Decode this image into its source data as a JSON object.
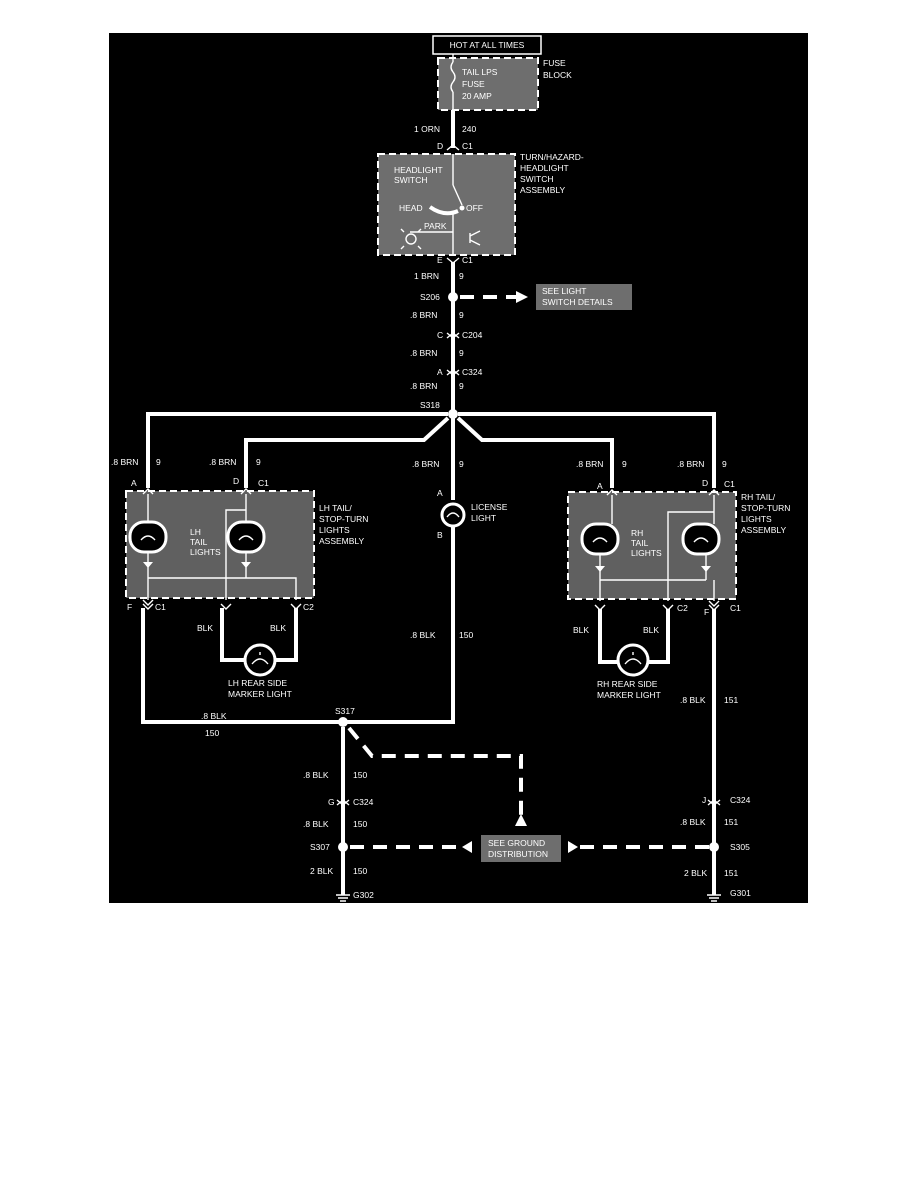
{
  "labels": {
    "hot": "HOT AT ALL TIMES",
    "fuse_block": [
      "FUSE",
      "BLOCK"
    ],
    "fuse": [
      "TAIL LPS",
      "FUSE",
      "20 AMP"
    ],
    "w_top_gauge": "1 ORN",
    "w_top_circuit": "240",
    "c1_top_pin": "D",
    "c1": "C1",
    "switch_assembly": [
      "TURN/HAZARD-",
      "HEADLIGHT",
      "SWITCH",
      "ASSEMBLY"
    ],
    "headlight_switch": [
      "HEADLIGHT",
      "SWITCH"
    ],
    "head": "HEAD",
    "off": "OFF",
    "park": "PARK",
    "pin_e": "E",
    "w_1brn": "1 BRN",
    "nine": "9",
    "s206": "S206",
    "see_light": [
      "SEE LIGHT",
      "SWITCH DETAILS"
    ],
    "w_08brn": ".8 BRN",
    "pin_c": "C",
    "c204": "C204",
    "pin_a": "A",
    "c324": "C324",
    "s318": "S318",
    "lh_assembly": [
      "LH TAIL/",
      "STOP-TURN",
      "LIGHTS",
      "ASSEMBLY"
    ],
    "lh_tail": [
      "LH",
      "TAIL",
      "LIGHTS"
    ],
    "rh_assembly": [
      "RH TAIL/",
      "STOP-TURN",
      "LIGHTS",
      "ASSEMBLY"
    ],
    "rh_tail": [
      "RH",
      "TAIL",
      "LIGHTS"
    ],
    "license": [
      "LICENSE",
      "LIGHT"
    ],
    "pin_b": "B",
    "pin_f": "F",
    "c2": "C2",
    "blk": "BLK",
    "w_08blk": ".8 BLK",
    "c150": "150",
    "c151": "151",
    "lh_marker": [
      "LH REAR SIDE",
      "MARKER LIGHT"
    ],
    "rh_marker": [
      "RH REAR SIDE",
      "MARKER LIGHT"
    ],
    "s317": "S317",
    "pin_g": "G",
    "pin_j": "J",
    "s307": "S307",
    "s305": "S305",
    "see_ground": [
      "SEE GROUND",
      "DISTRIBUTION"
    ],
    "w_2blk": "2 BLK",
    "g302": "G302",
    "g301": "G301"
  }
}
